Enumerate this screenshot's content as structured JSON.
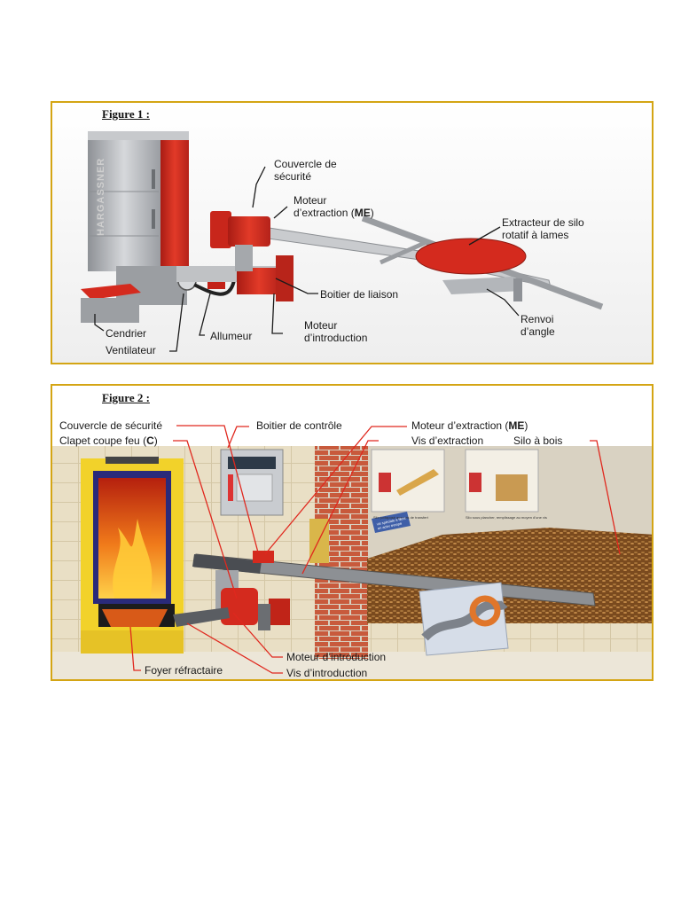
{
  "figure1": {
    "title": "Figure 1 :",
    "brand": "HARGASSNER",
    "labels": {
      "couvercle_1": "Couvercle de",
      "couvercle_2": "sécurité",
      "moteur_extraction_1": "Moteur",
      "moteur_extraction_2": "d’extraction (",
      "moteur_extraction_bold": "ME",
      "moteur_extraction_end": ")",
      "extracteur_1": "Extracteur de silo",
      "extracteur_2": "rotatif à lames",
      "boitier_liaison": "Boitier de liaison",
      "renvoi_1": "Renvoi",
      "renvoi_2": "d’angle",
      "moteur_intro_1": "Moteur",
      "moteur_intro_2": "d’introduction",
      "allumeur": "Allumeur",
      "cendrier": "Cendrier",
      "ventilateur": "Ventilateur"
    },
    "colors": {
      "boiler_red": "#d42a1e",
      "steel": "#b9bcc0",
      "leader": "#1a1a1a"
    }
  },
  "figure2": {
    "title": "Figure 2 :",
    "labels": {
      "couvercle": "Couvercle de sécurité",
      "clapet_1": "Clapet coupe feu (",
      "clapet_bold": "C",
      "clapet_end": ")",
      "boitier_controle": "Boitier de contrôle",
      "moteur_extraction_1": "Moteur d’extraction (",
      "moteur_extraction_bold": "ME",
      "moteur_extraction_end": ")",
      "vis_extraction": "Vis d’extraction",
      "silo": "Silo à bois",
      "moteur_intro": "Moteur d’introduction",
      "vis_intro": "Vis d’introduction",
      "foyer": "Foyer réfractaire",
      "inset_tag_1": "vis spéciale à filets",
      "inset_tag_2": "en acier trempé",
      "inset_caption_a": "Silo juxtaposé avec vis de transfert",
      "inset_caption_b": "Silo sous plancher, remplissage au moyen d’une vis"
    },
    "colors": {
      "brick": "#c85a3c",
      "wall": "#e9dfc5",
      "flame": "#f08020",
      "leader": "#e0281e",
      "wood": "#8a5a28"
    }
  }
}
